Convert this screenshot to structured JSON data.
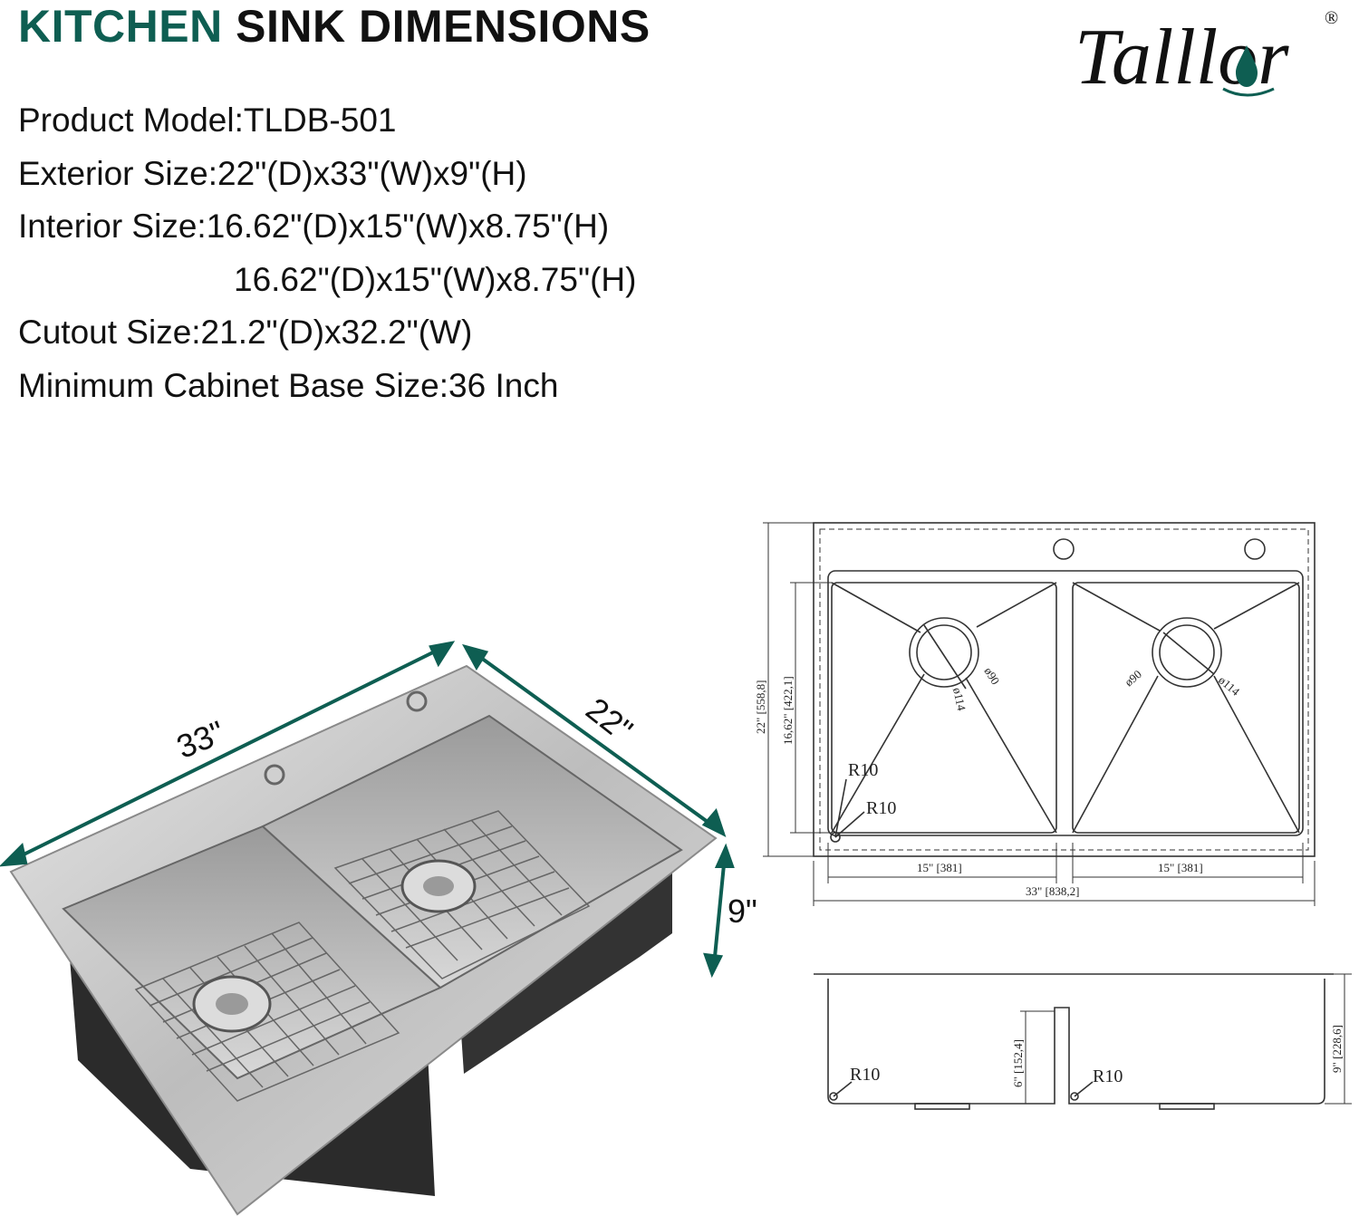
{
  "title": {
    "accent": "KITCHEN",
    "rest": "SINK DIMENSIONS"
  },
  "specs": [
    "Product Model:TLDB-501",
    "Exterior Size:22\"(D)x33\"(W)x9\"(H)",
    "Interior Size:16.62\"(D)x15\"(W)x8.75\"(H)",
    "16.62\"(D)x15\"(W)x8.75\"(H)",
    "Cutout Size:21.2\"(D)x32.2\"(W)",
    "Minimum Cabinet Base Size:36 Inch"
  ],
  "logo": {
    "text": "Talllor",
    "registered": "®"
  },
  "photo_labels": {
    "width": "33\"",
    "depth": "22\"",
    "height": "9\""
  },
  "top_view": {
    "depth_total": "22\" [558,8]",
    "depth_bowl": "16,62\" [422,1]",
    "bowl_left_width": "15\" [381]",
    "bowl_right_width": "15\" [381]",
    "total_width": "33\" [838,2]",
    "drain_inner": "ø90",
    "drain_outer": "ø114",
    "radius_1": "R10",
    "radius_2": "R10"
  },
  "side_view": {
    "height_total": "9\" [228,6]",
    "divider_height": "6\" [152,4]",
    "radius_left": "R10",
    "radius_right": "R10"
  },
  "colors": {
    "accent": "#0e5e52",
    "text": "#111111",
    "steel": "#c8c8c8",
    "dark": "#2a2a2a"
  }
}
